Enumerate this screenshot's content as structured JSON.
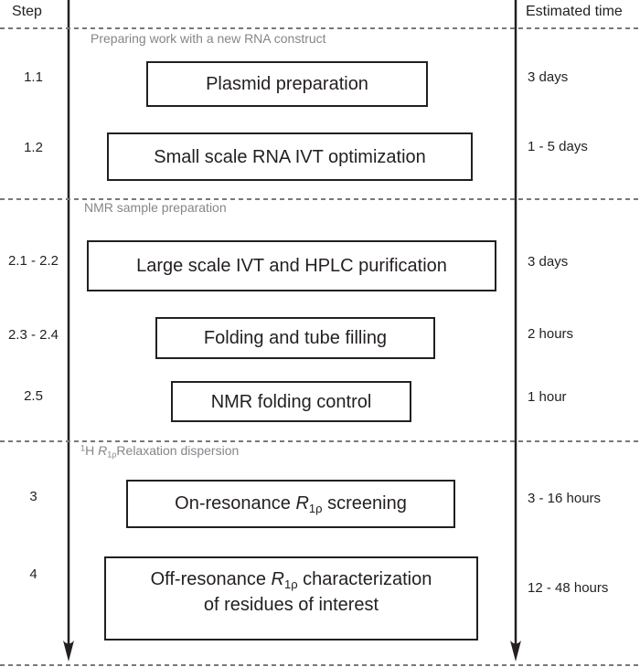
{
  "colors": {
    "ink": "#231f20",
    "section_label": "#85868a",
    "divider": "#77787b"
  },
  "icons": {
    "left_timeline": "arrow-down",
    "right_timeline": "arrow-down"
  },
  "header": {
    "step": "Step",
    "time": "Estimated time"
  },
  "sections": [
    {
      "label": "Preparing work with a new RNA construct"
    },
    {
      "label": "NMR sample preparation"
    },
    {
      "parts": [
        "1",
        "H ",
        "R",
        "1ρ",
        "Relaxation dispersion"
      ]
    }
  ],
  "rows": [
    {
      "step": "1.1",
      "task": "Plasmid preparation",
      "time": "3 days"
    },
    {
      "step": "1.2",
      "task": "Small scale RNA IVT optimization",
      "time": "1 - 5 days"
    },
    {
      "step": "2.1 - 2.2",
      "task": "Large scale IVT and HPLC purification",
      "time": "3 days"
    },
    {
      "step": "2.3 - 2.4",
      "task": "Folding and tube filling",
      "time": "2 hours"
    },
    {
      "step": "2.5",
      "task": "NMR folding control",
      "time": "1 hour"
    },
    {
      "step": "3",
      "task_parts": {
        "pre": "On-resonance ",
        "var": "R",
        "sub": "1ρ",
        "post": " screening"
      },
      "time": "3 - 16 hours"
    },
    {
      "step": "4",
      "task_parts": {
        "pre": "Off-resonance ",
        "var": "R",
        "sub": "1ρ",
        "post": " characterization"
      },
      "task_line2": "of residues of interest",
      "time": "12 - 48 hours"
    }
  ]
}
